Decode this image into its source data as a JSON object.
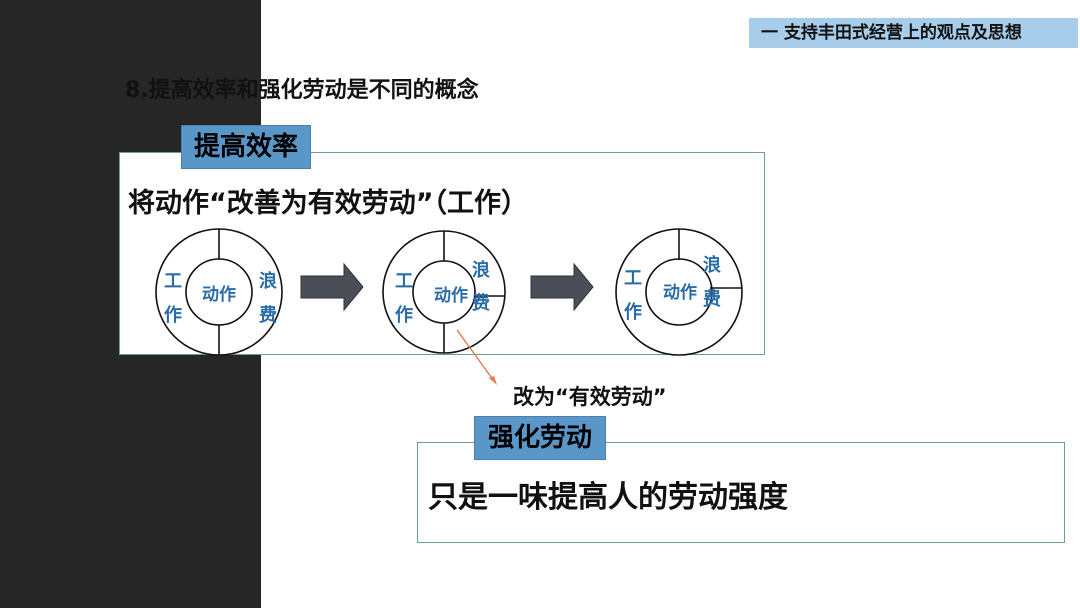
{
  "header": {
    "section_tag": "一  支持丰田式经营上的观点及思想"
  },
  "slide": {
    "title": "8.提高效率和强化劳动是不同的概念"
  },
  "efficiency": {
    "tag": "提高效率",
    "statement": "将动作“改善为有效劳动”（工作）",
    "wheels": [
      {
        "work": [
          "工",
          "作"
        ],
        "action": "动作",
        "waste": [
          "浪",
          "费"
        ]
      },
      {
        "work": [
          "工",
          "作"
        ],
        "action": "动作",
        "waste": [
          "浪",
          "费"
        ]
      },
      {
        "work": [
          "工",
          "作"
        ],
        "action": "动作",
        "waste": [
          "浪",
          "费"
        ]
      }
    ],
    "callout": "改为“有效劳动”"
  },
  "intensification": {
    "tag": "强化劳动",
    "statement": "只是一味提高人的劳动强度"
  },
  "colors": {
    "dark_panel": "#262626",
    "header_bg": "#a7cdea",
    "tag_bg": "#5a97c9",
    "box_border": "#6d9e88",
    "label_blue": "#2a6ca8",
    "arrow_gray": "#4a4f57",
    "callout_line": "#e07a4f"
  }
}
